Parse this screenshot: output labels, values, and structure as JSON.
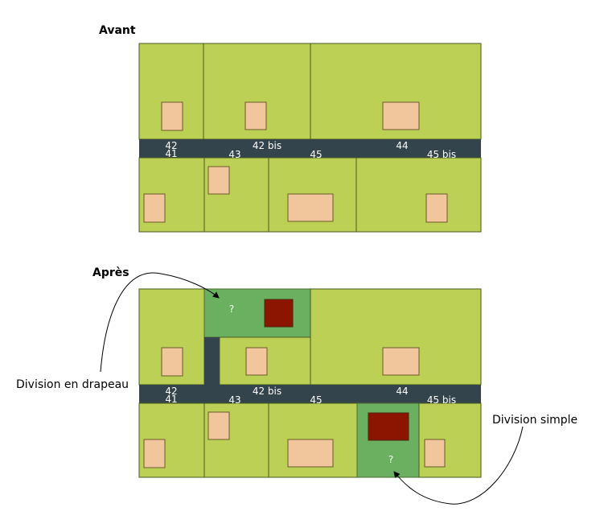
{
  "titles": {
    "before": "Avant",
    "after": "Après"
  },
  "lot_numbers": {
    "n42": "42",
    "n41": "41",
    "n42bis": "42 bis",
    "n43": "43",
    "n45": "45",
    "n44": "44",
    "n45bis": "45 bis"
  },
  "unknown_mark": "?",
  "annotations": {
    "flag": "Division en drapeau",
    "simple": "Division simple"
  },
  "colors": {
    "lot": "#bcd055",
    "new_lot": "#6ab060",
    "house": "#f2c69c",
    "new_house": "#8b1500",
    "road": "#33444c"
  }
}
